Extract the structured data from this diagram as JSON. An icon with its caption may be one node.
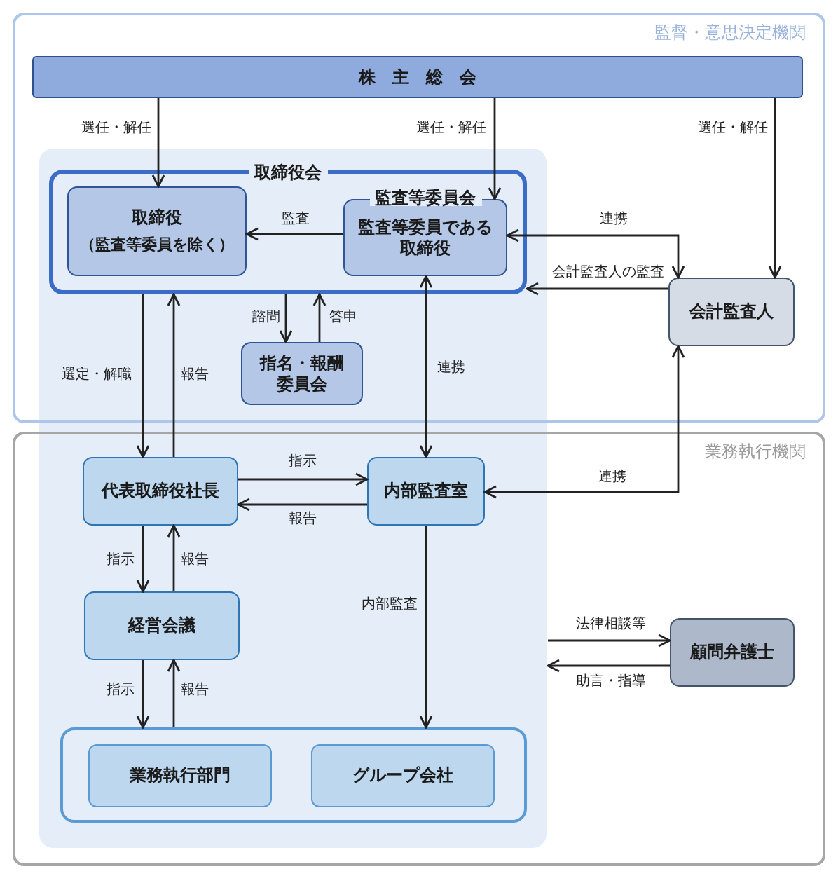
{
  "diagram": {
    "nodes": [
      {
        "text": [
          "監督・意思決定機関"
        ]
      },
      {
        "text": [
          "株主総会"
        ],
        "in": 0
      },
      {
        "text": [
          "取締役会"
        ],
        "in": 0
      },
      {
        "text": [
          "取締役",
          "（監査等委員を除く）"
        ],
        "in": 2
      },
      {
        "text": [
          "監査等委員会",
          "監査等委員である取締役"
        ],
        "in": 2
      },
      {
        "text": [
          "会計監査人"
        ],
        "in": 0
      },
      {
        "text": [
          "指名・報酬委員会"
        ],
        "in": 0
      },
      {
        "text": [
          "業務執行機関"
        ]
      },
      {
        "text": [
          "代表取締役社長"
        ],
        "in": 7
      },
      {
        "text": [
          "内部監査室"
        ],
        "in": 7
      },
      {
        "text": [
          "経営会議"
        ],
        "in": 7
      },
      {
        "text": [
          "顧問弁護士"
        ],
        "in": 7
      },
      {
        "text": [],
        "shape": "box",
        "in": 7
      },
      {
        "text": [
          "業務執行部門"
        ],
        "in": 12
      },
      {
        "text": [
          "グループ会社"
        ],
        "in": 12
      }
    ],
    "edges": [
      {
        "from": 1,
        "to": 3,
        "arrow": "to",
        "label": "選任・解任"
      },
      {
        "from": 1,
        "to": 4,
        "arrow": "to",
        "label": "選任・解任"
      },
      {
        "from": 1,
        "to": 5,
        "arrow": "to",
        "label": "選任・解任"
      },
      {
        "from": 4,
        "to": 3,
        "arrow": "to",
        "label": "監査"
      },
      {
        "from": 4,
        "to": 5,
        "arrow": "both",
        "label": "連携"
      },
      {
        "from": 5,
        "to": 2,
        "arrow": "to",
        "label": "会計監査人の監査"
      },
      {
        "from": 2,
        "to": 8,
        "arrow": "to",
        "label": "選定・解職"
      },
      {
        "from": 8,
        "to": 2,
        "arrow": "to",
        "label": "報告"
      },
      {
        "from": 2,
        "to": 6,
        "arrow": "to",
        "label": "諮問"
      },
      {
        "from": 6,
        "to": 2,
        "arrow": "to",
        "label": "答申"
      },
      {
        "from": 4,
        "to": 9,
        "arrow": "both",
        "label": "連携"
      },
      {
        "from": 8,
        "to": 9,
        "arrow": "to",
        "label": "指示"
      },
      {
        "from": 9,
        "to": 8,
        "arrow": "to",
        "label": "報告"
      },
      {
        "from": 5,
        "to": 9,
        "arrow": "both",
        "label": "連携"
      },
      {
        "from": 8,
        "to": 10,
        "arrow": "to",
        "label": "指示"
      },
      {
        "from": 10,
        "to": 8,
        "arrow": "to",
        "label": "報告"
      },
      {
        "from": 10,
        "to": 12,
        "arrow": "to",
        "label": "指示"
      },
      {
        "from": 12,
        "to": 10,
        "arrow": "to",
        "label": "報告"
      },
      {
        "from": 9,
        "to": 12,
        "arrow": "to",
        "label": "内部監査"
      },
      {
        "from": null,
        "to": 11,
        "arrow": "to",
        "label": "法律相談等"
      },
      {
        "from": 11,
        "to": null,
        "arrow": "to",
        "label": "助言・指導"
      }
    ]
  }
}
